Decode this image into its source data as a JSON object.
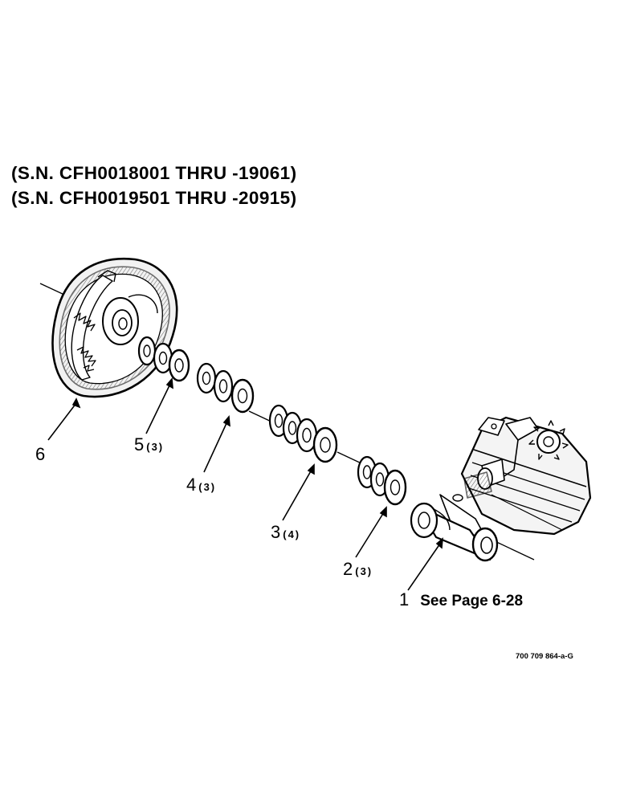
{
  "header": {
    "serial_range_1": "(S.N. CFH0018001 THRU -19061)",
    "serial_range_2": "(S.N. CFH0019501 THRU -20915)"
  },
  "callouts": [
    {
      "number": "1",
      "quantity": "",
      "reference": "See Page 6-28"
    },
    {
      "number": "2",
      "quantity": "(3)",
      "reference": ""
    },
    {
      "number": "3",
      "quantity": "(4)",
      "reference": ""
    },
    {
      "number": "4",
      "quantity": "(3)",
      "reference": ""
    },
    {
      "number": "5",
      "quantity": "(3)",
      "reference": ""
    },
    {
      "number": "6",
      "quantity": "",
      "reference": ""
    }
  ],
  "drawing_code": "700 709 864-a-G",
  "colors": {
    "ink": "#000000",
    "paper": "#ffffff"
  }
}
